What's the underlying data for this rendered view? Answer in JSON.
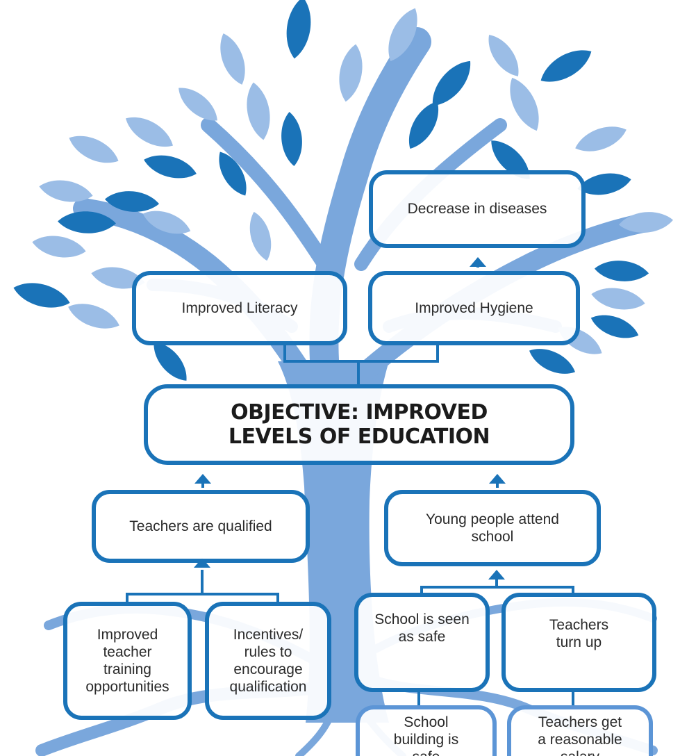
{
  "colors": {
    "dark_blue": "#1a73b8",
    "mid_blue": "#5c95d6",
    "light_blue": "#9bbde6",
    "trunk_blue": "#7aa7dc",
    "text": "#2b2b2b"
  },
  "objective": {
    "label": "OBJECTIVE: IMPROVED\nLEVELS OF EDUCATION"
  },
  "effects": {
    "literacy": "Improved Literacy",
    "hygiene": "Improved Hygiene",
    "diseases": "Decrease in diseases"
  },
  "causes": {
    "teachers_qualified": "Teachers are qualified",
    "attend_school": "Young people attend\nschool",
    "teacher_training": "Improved\nteacher\ntraining\nopportunities",
    "incentives": "Incentives/\nrules to\nencourage\nqualification",
    "school_safe": "School is seen\nas safe",
    "teachers_turn_up": "Teachers\nturn up",
    "building_safe": "School\nbuilding is\nsafe",
    "salary": "Teachers get\na reasonable\nsalary"
  },
  "icons": {
    "arrow": "arrow-up-icon",
    "background": "tree-icon"
  }
}
